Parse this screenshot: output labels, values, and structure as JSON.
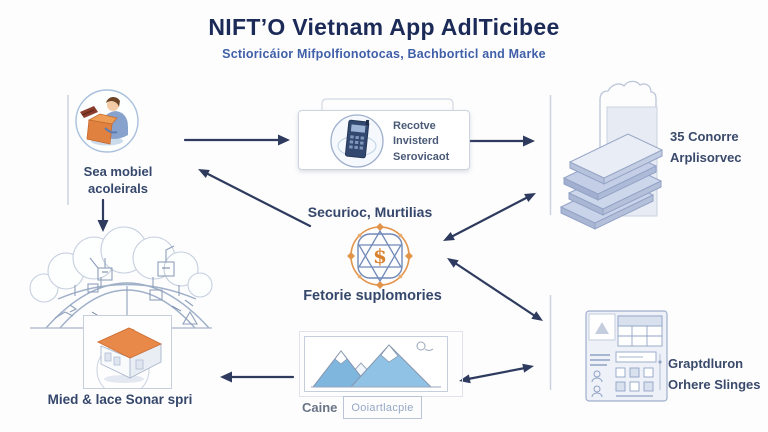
{
  "header": {
    "title": "NIFT’O Vietnam App AdlTicibee",
    "subtitle": "Sctioricáior Mifpolfionotocas, Bachborticl and Marke"
  },
  "nodes": {
    "worker": {
      "line1": "Sea mobiel",
      "line2": "acoleirals"
    },
    "receive_card": {
      "line1": "Recotve",
      "line2": "Invisterd",
      "line3": "Serovicaot"
    },
    "layers_panel": {
      "line1": "35 Conorre",
      "line2": "Arplisorvec"
    },
    "network_hub": {
      "top_label": "Securioc, Murtilias",
      "bottom_label": "Fetorie suplomories",
      "center_glyph": "$"
    },
    "house_card": {
      "label": "Mied & lace Sonar spri"
    },
    "mountains_card": {
      "caption": "Caine",
      "tag": "Ooiartlacpie"
    },
    "form_panel": {
      "line1": "Graptdluron",
      "line2": "Orhere Slinges"
    }
  },
  "icons": {
    "worker": "person-unpacking-box-icon",
    "receive": "device-globe-icon",
    "layers": "stacked-layers-icon",
    "network": "network-orbit-icon",
    "landscape": "bridge-landscape-sketch",
    "house": "isometric-house-icon",
    "mountains": "mountains-illustration",
    "form": "form-spreadsheet-icon"
  },
  "colors": {
    "title": "#1c2a58",
    "subtitle": "#3f5fa8",
    "label": "#35476b",
    "muted_label": "#6a7486",
    "tag_text": "#95a7c4",
    "arrow": "#2e3b5e",
    "accent_orange": "#e2944a",
    "roof_orange": "#e8894a",
    "layer_fill": "#c9d3e9",
    "mountain_blue": "#8fc2e4"
  }
}
